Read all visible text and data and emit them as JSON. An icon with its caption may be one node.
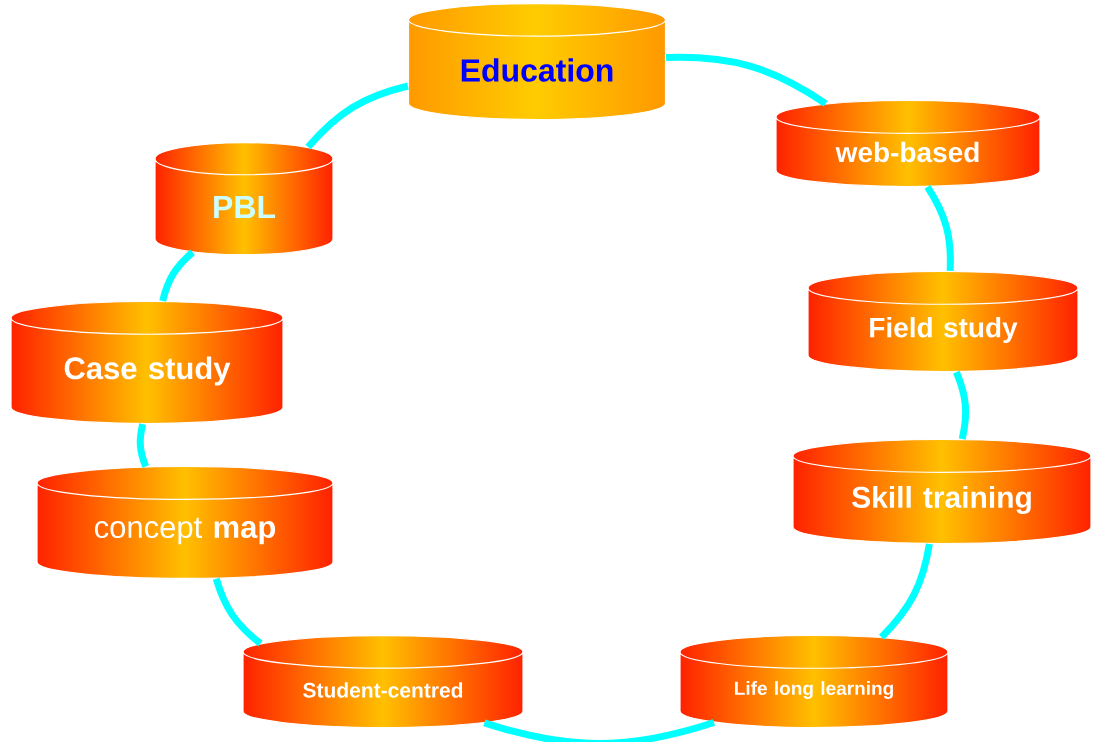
{
  "diagram": {
    "nodes": [
      {
        "text": [
          "Education"
        ]
      },
      {
        "text": [
          "web-based"
        ]
      },
      {
        "text": [
          "Field study"
        ]
      },
      {
        "text": [
          "Skill training"
        ]
      },
      {
        "text": [
          "Life long learning"
        ]
      },
      {
        "text": [
          "Student-centred"
        ]
      },
      {
        "text": [
          "concept **map**"
        ]
      },
      {
        "text": [
          "Case study"
        ]
      },
      {
        "text": [
          "PBL"
        ]
      }
    ],
    "edges": [
      {
        "from": 0,
        "to": 1,
        "arrow": "none"
      },
      {
        "from": 1,
        "to": 2,
        "arrow": "none"
      },
      {
        "from": 2,
        "to": 3,
        "arrow": "none"
      },
      {
        "from": 3,
        "to": 4,
        "arrow": "none"
      },
      {
        "from": 4,
        "to": 5,
        "arrow": "none"
      },
      {
        "from": 5,
        "to": 6,
        "arrow": "none"
      },
      {
        "from": 6,
        "to": 7,
        "arrow": "none"
      },
      {
        "from": 7,
        "to": 8,
        "arrow": "none"
      },
      {
        "from": 8,
        "to": 0,
        "arrow": "none"
      }
    ]
  }
}
